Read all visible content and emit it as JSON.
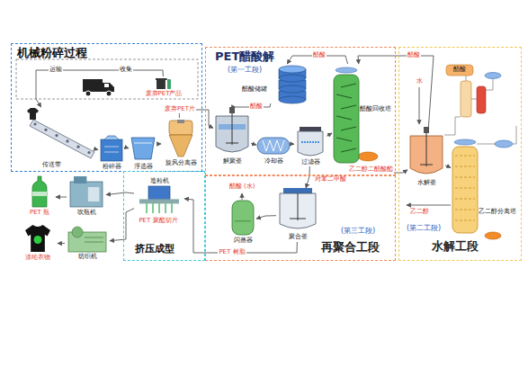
{
  "diagram": {
    "nodes": [
      {
        "text": [
          "机械粉碎过程"
        ]
      },
      {
        "text": [
          "废弃PET产品"
        ],
        "in": 0
      },
      {
        "text": [
          "传送带"
        ],
        "in": 0
      },
      {
        "text": [
          "粉碎器"
        ],
        "in": 0
      },
      {
        "text": [
          "浮选器"
        ],
        "in": 0
      },
      {
        "text": [
          "旋风分离器"
        ],
        "in": 0
      },
      {
        "text": [
          "PET醋酸解",
          "(第一工段)"
        ]
      },
      {
        "text": [
          "醋酸储罐"
        ],
        "in": 6
      },
      {
        "text": [
          "醋酸回收塔"
        ],
        "in": 6
      },
      {
        "text": [
          "解聚釜"
        ],
        "in": 6
      },
      {
        "text": [
          "冷却器"
        ],
        "in": 6
      },
      {
        "text": [
          "过滤器"
        ],
        "in": 6
      },
      {
        "text": [
          "(第二工段)",
          "水解工段"
        ]
      },
      {
        "text": [
          "水解釜"
        ],
        "in": 12
      },
      {
        "text": [
          "乙二醇分离塔"
        ],
        "in": 12
      },
      {
        "text": [
          "(第三工段)",
          "再聚合工段"
        ]
      },
      {
        "text": [
          "闪蒸器"
        ],
        "in": 15
      },
      {
        "text": [
          "聚合釜"
        ],
        "in": 15
      },
      {
        "text": [
          "挤压成型"
        ]
      },
      {
        "text": [
          "造粒机"
        ],
        "in": 18
      },
      {
        "text": [
          "吹瓶机"
        ]
      },
      {
        "text": [
          "PET 瓶"
        ]
      },
      {
        "text": [
          "纺织机"
        ]
      },
      {
        "text": [
          "涤纶衣物"
        ]
      }
    ],
    "edges": [
      {
        "from": 1,
        "to": 2,
        "arrow": "to",
        "label": "运输"
      },
      {
        "from": 2,
        "to": 3,
        "arrow": "to"
      },
      {
        "from": 3,
        "to": 4,
        "arrow": "to"
      },
      {
        "from": 4,
        "to": 5,
        "arrow": "to"
      },
      {
        "from": 5,
        "to": 9,
        "arrow": "to",
        "label": "废弃PET片"
      },
      {
        "from": 7,
        "to": 9,
        "arrow": "to",
        "label": "醋酸"
      },
      {
        "from": 9,
        "to": 10,
        "arrow": "to"
      },
      {
        "from": 10,
        "to": 11,
        "arrow": "to"
      },
      {
        "from": 11,
        "to": 8,
        "arrow": "to"
      },
      {
        "from": 8,
        "to": 7,
        "arrow": "to",
        "label": "醋酸"
      },
      {
        "from": 8,
        "to": 13,
        "arrow": "to",
        "label": "乙二醇二醋酸酯"
      },
      {
        "from": 13,
        "to": 8,
        "arrow": "to",
        "label": "醋酸"
      },
      {
        "from": 13,
        "to": 14,
        "arrow": "to"
      },
      {
        "from": 11,
        "to": 17,
        "arrow": "to",
        "label": "对苯二甲酸"
      },
      {
        "from": 17,
        "to": 16,
        "arrow": "to"
      },
      {
        "from": 17,
        "to": 19,
        "arrow": "to",
        "label": "PET 树脂"
      },
      {
        "from": 19,
        "to": 20,
        "arrow": "to",
        "label": "PET 聚酯切片"
      },
      {
        "from": 19,
        "to": 22,
        "arrow": "to"
      },
      {
        "from": 20,
        "to": 21,
        "arrow": "to"
      },
      {
        "from": 22,
        "to": 23,
        "arrow": "to"
      }
    ],
    "labels": [
      "收集",
      "水",
      "醋酸",
      "乙二醇",
      "醋酸 (水)"
    ]
  }
}
